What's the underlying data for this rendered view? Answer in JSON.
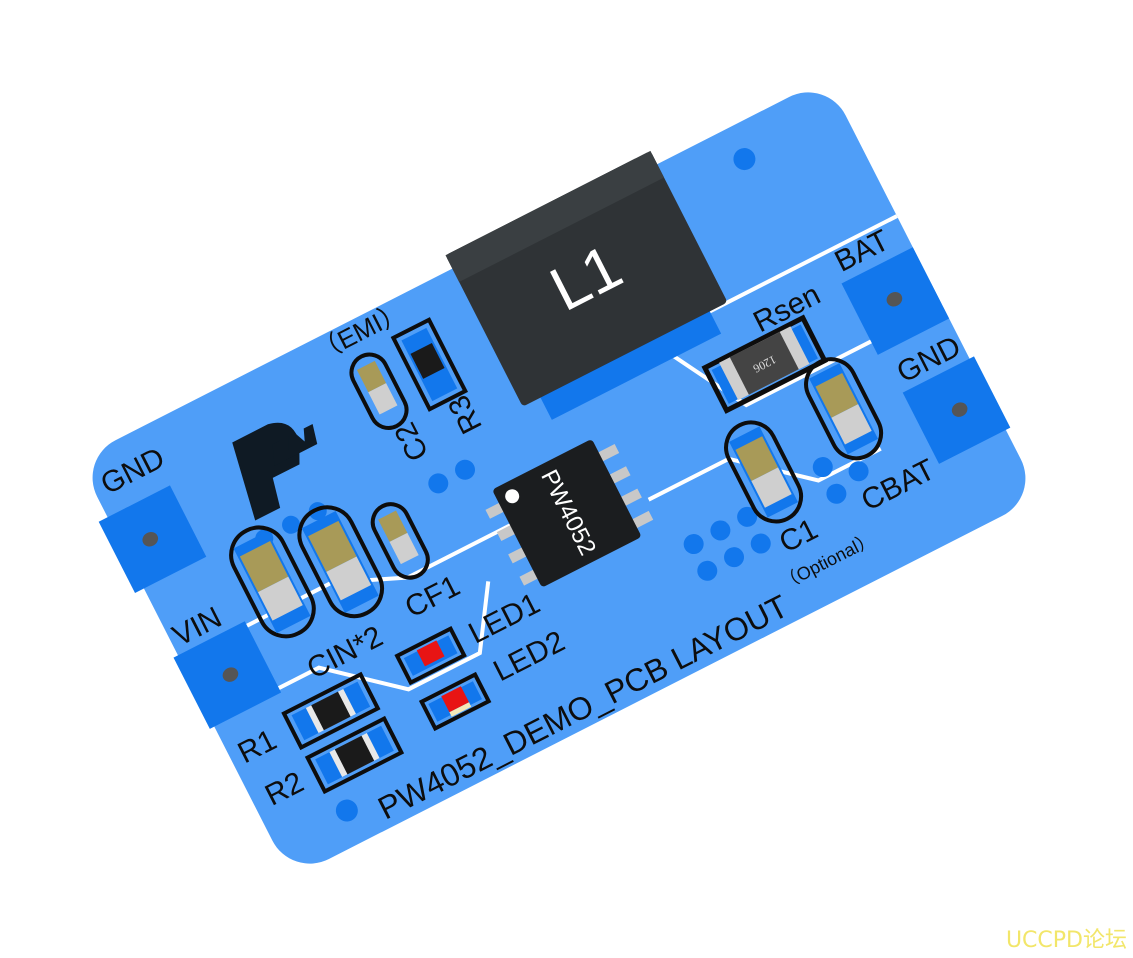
{
  "colors": {
    "board": "#4f9ef8",
    "pad": "#1277ec",
    "silkscreen": "#0d0d0d",
    "inductor": "#2f3336",
    "cap_body": "#a89a58",
    "led": "#e81414",
    "watermark": "#f2e66a"
  },
  "components": {
    "inductor": "L1",
    "ic": "PW4052",
    "rsen_marking": "1206"
  },
  "labels": {
    "gnd_left": "GND",
    "vin": "VIN",
    "bat": "BAT",
    "gnd_right": "GND",
    "rsen": "Rsen",
    "emi": "（EMI）",
    "c2": "C2",
    "r3": "R3",
    "cin": "CIN*2",
    "cf1": "CF1",
    "c1": "C1",
    "optional": "（Optional）",
    "cbat": "CBAT",
    "led1": "LED1",
    "led2": "LED2",
    "r1": "R1",
    "r2": "R2",
    "board_title": "PW4052_DEMO_PCB LAYOUT"
  },
  "logo": "PW",
  "watermark": "UCCPD论坛"
}
